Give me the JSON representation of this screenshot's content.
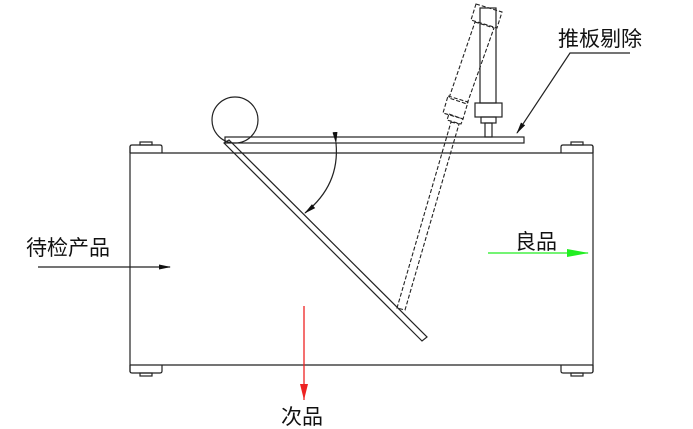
{
  "labels": {
    "incoming": "待检产品",
    "good": "良品",
    "defective": "次品",
    "pusher": "推板剔除"
  },
  "colors": {
    "good_arrow": "#22ee22",
    "defective_arrow": "#ee2222",
    "line": "#222222"
  }
}
